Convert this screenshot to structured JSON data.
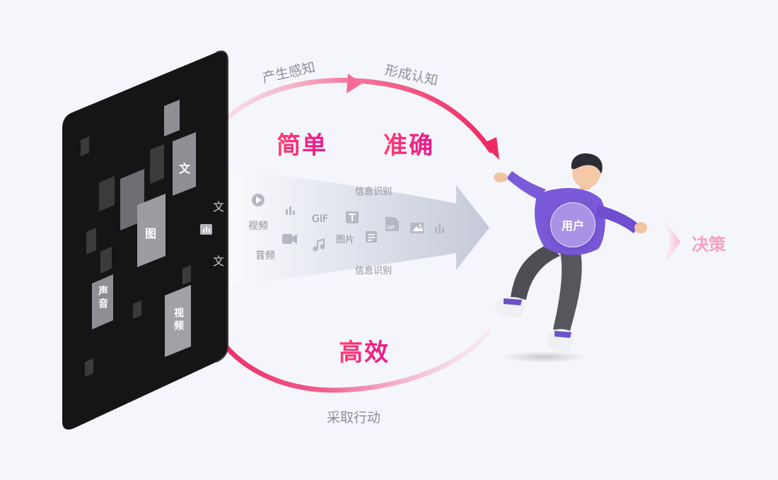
{
  "arc_labels": {
    "perceive": "产生感知",
    "recognize": "形成认知",
    "act": "采取行动"
  },
  "qualities": {
    "simple": "简单",
    "accurate": "准确",
    "efficient": "高效"
  },
  "flow_labels": {
    "top": "信息识别",
    "bottom": "信息识别"
  },
  "media_labels": {
    "video": "视频",
    "audio": "音频",
    "gif": "GIF",
    "image": "图片"
  },
  "tiles": {
    "text": "文",
    "picture": "图",
    "sound": "声音",
    "video": "视频"
  },
  "edge_text": {
    "top": "文",
    "bottom": "文"
  },
  "user": {
    "label": "用户"
  },
  "decision": {
    "label": "决策"
  },
  "colors": {
    "accent_pink": "#f0306f",
    "accent_magenta": "#e9158e",
    "phone_body": "#141414",
    "flow_arrow": "#c5c9d8",
    "shirt_purple": "#7b5ad9"
  }
}
